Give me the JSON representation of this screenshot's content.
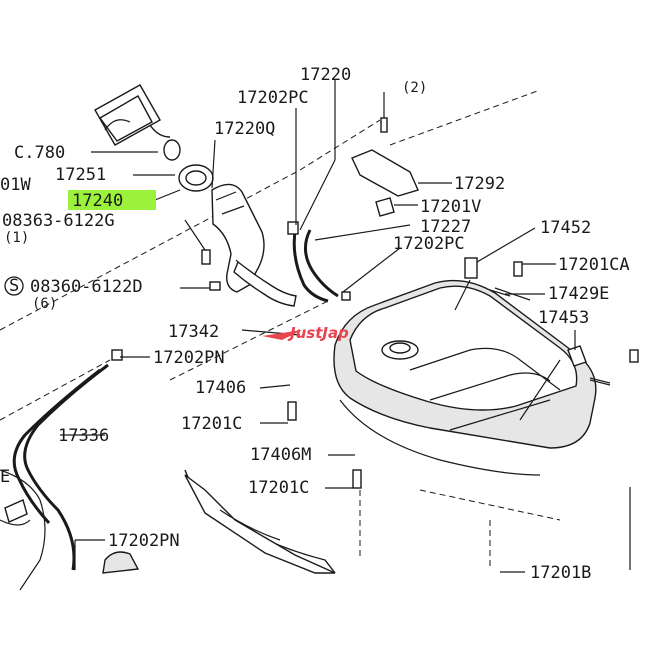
{
  "diagram": {
    "highlight_color": "#9cf23a",
    "watermark_color": "#e8454e",
    "watermark": "JustJap",
    "labels": {
      "p17220_top": "17220",
      "p2_top": "(2)",
      "p17202PC_a": "17202PC",
      "p17220Q": "17220Q",
      "pC780": "C.780",
      "p17251": "17251",
      "p01W": "01W",
      "p17240": "17240",
      "p17292": "17292",
      "p17201V": "17201V",
      "p17227": "17227",
      "p08363": "08363-6122G",
      "p1": "(1)",
      "p17452": "17452",
      "p17202PC_b": "17202PC",
      "p17201CA": "17201CA",
      "p08360": "08360-6122D",
      "p6": "(6)",
      "p17429E": "17429E",
      "p17453": "17453",
      "p17342": "17342",
      "p17202PN_a": "17202PN",
      "p17406": "17406",
      "p17201C_a": "17201C",
      "p17336": "17336",
      "p17406M": "17406M",
      "p17201C_b": "17201C",
      "pE": "E",
      "p17202PN_b": "17202PN",
      "p17201B": "17201B",
      "s_circle": "S"
    }
  }
}
